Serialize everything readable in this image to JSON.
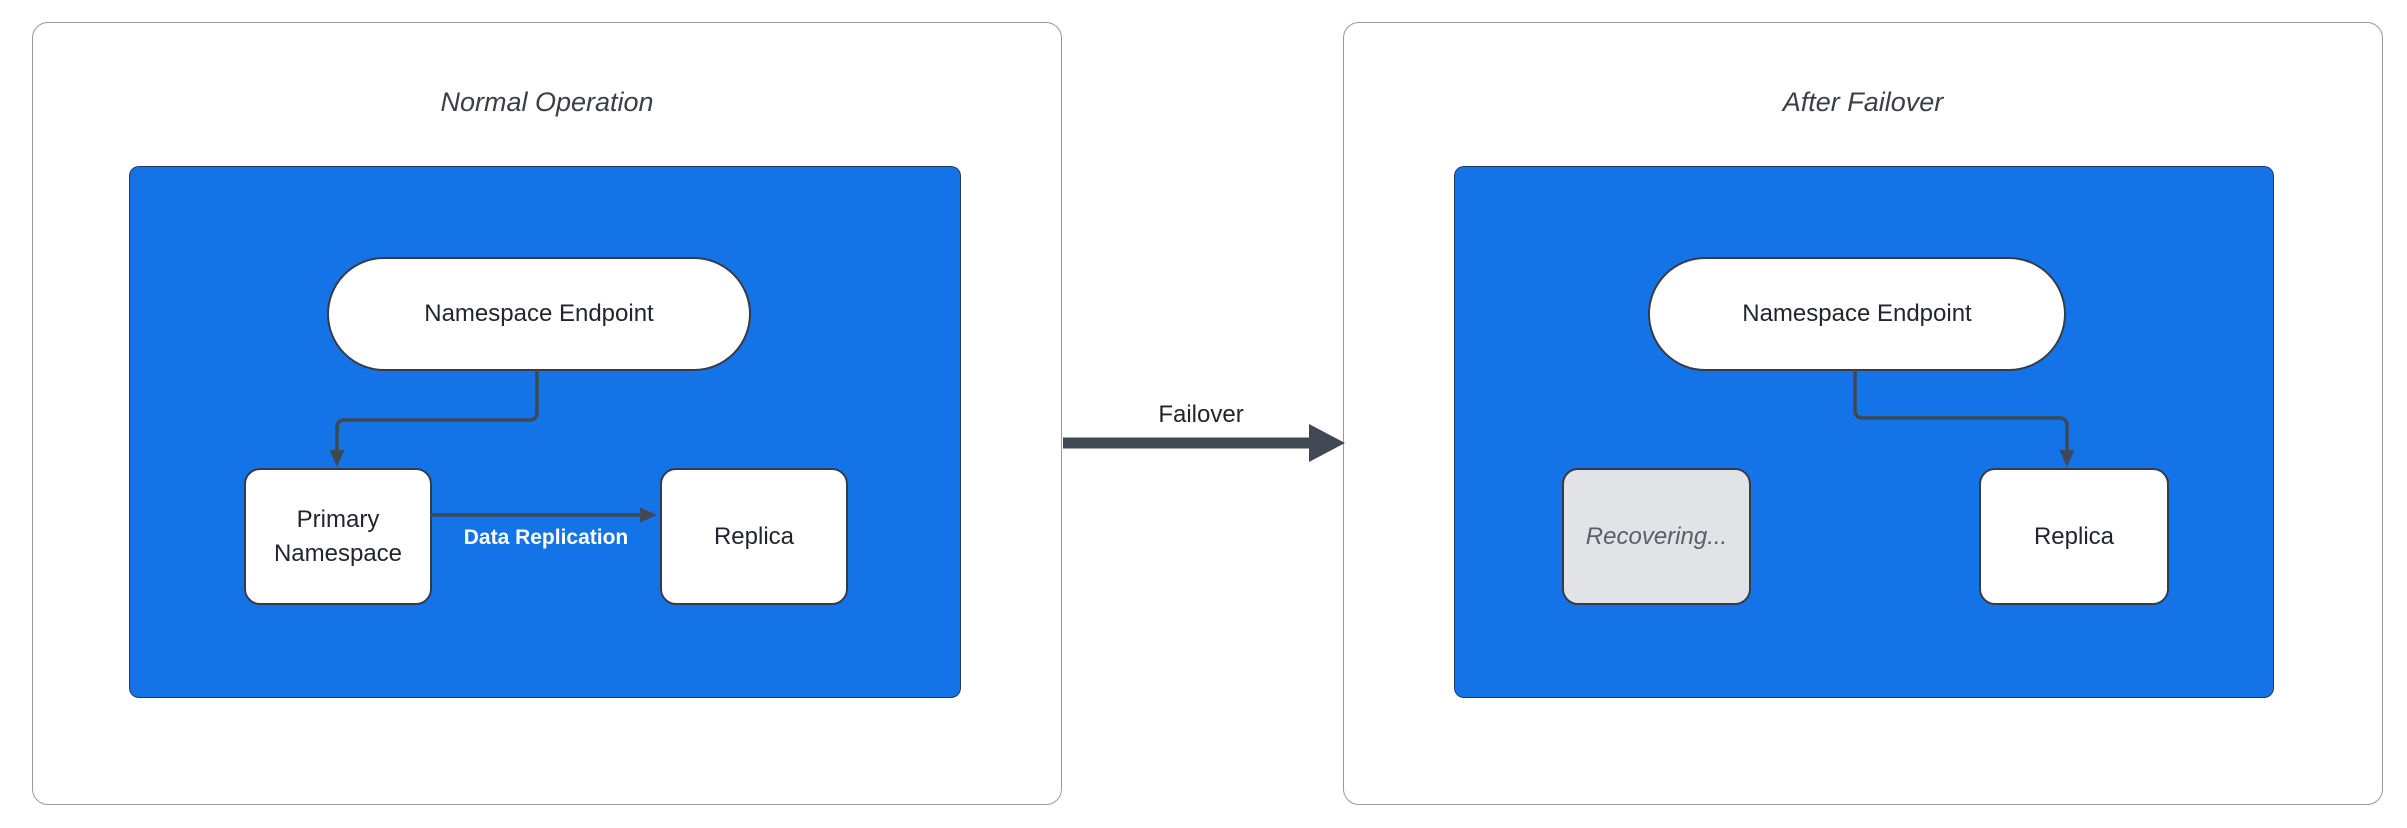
{
  "diagram": {
    "panels": [
      {
        "title": "Normal Operation",
        "endpoint": "Namespace Endpoint",
        "primary": "Primary Namespace",
        "replica": "Replica",
        "edge_label": "Data Replication"
      },
      {
        "title": "After Failover",
        "endpoint": "Namespace Endpoint",
        "recovering": "Recovering...",
        "replica": "Replica"
      }
    ],
    "transition_label": "Failover"
  },
  "colors": {
    "blue": "#1573e8",
    "arrow": "#3f4853",
    "node_border": "#363c45",
    "node_text": "#21262e",
    "panel_border": "#97999d",
    "title_text": "#3b4046",
    "recovering_fill": "#e2e3e6",
    "recovering_text": "#596069"
  }
}
